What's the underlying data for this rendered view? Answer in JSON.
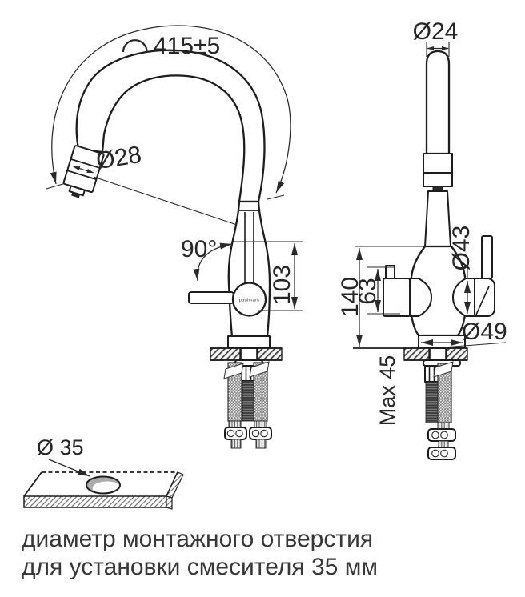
{
  "diagram": {
    "left_view": {
      "spout_arc_length": "415±5",
      "spray_head_diameter": "Ø28",
      "swivel_angle": "90°",
      "spout_height": "103",
      "brand": "paulmark"
    },
    "right_view": {
      "top_diameter": "Ø24",
      "outlet_diameter": "Ø43",
      "height_to_outlet": "140",
      "filter_handle_height": "63",
      "base_diameter": "Ø49",
      "max_counter_thickness": "Max 45"
    },
    "mounting_hole": {
      "diameter": "Ø 35"
    },
    "caption": {
      "line1": "диаметр монтажного отверстия",
      "line2": "для установки смесителя 35 мм"
    },
    "colors": {
      "line": "#1d1d1d",
      "dimension": "#2a2a2a",
      "text": "#373737",
      "hole_shade": "#ababab"
    }
  }
}
